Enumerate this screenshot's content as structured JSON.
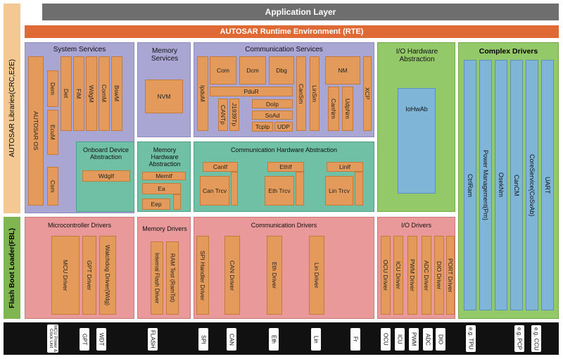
{
  "app_layer": "Application Layer",
  "rte": "AUTOSAR Runtime Environment (RTE)",
  "left_libraries": "AUTOSAR Libraries(CRC,E2E)",
  "left_fbl": "Flash Boot Loader(FBL)",
  "system_services": {
    "title": "System Services",
    "os": "AUTOSAR OS",
    "dem": "Dem",
    "det": "Det",
    "fim": "FiM",
    "wdgm": "WdgM",
    "comm": "ComM",
    "bswm": "BswM",
    "ecum": "EcuM",
    "csm": "Csm"
  },
  "memory_services": {
    "title": "Memory Services",
    "nvm": "NVM"
  },
  "communication_services": {
    "title": "Communication Services",
    "ipdum": "IpduM",
    "com": "Com",
    "dcm": "Dcm",
    "dbg": "Dbg",
    "pdur": "PduR",
    "cantp": "CANTp",
    "j1939tp": "J1939Tp",
    "doip": "DoIp",
    "soad": "SoAd",
    "tcpip": "TcpIp",
    "udp": "UDP",
    "cansm": "CanSm",
    "linsm": "LinSm",
    "nm": "NM",
    "cannm": "CanNm",
    "udpnm": "UdpNm",
    "xcp": "XCP"
  },
  "io_hw_abstraction": {
    "title": "I/O Hardware Abstraction",
    "iohwab": "IoHwAb"
  },
  "complex_drivers": {
    "title": "Complex Drivers",
    "items": [
      "CtrlRam",
      "Power Management(Pm)",
      "OsekNm",
      "CanCM",
      "CoreService(CoSvAb)",
      "UART"
    ]
  },
  "onboard_device": {
    "title": "Onboard Device Abstraction",
    "wdgif": "WdgIf"
  },
  "memory_hw": {
    "title": "Memory Hardware Abstraction",
    "memif": "MemIf",
    "ea": "Ea",
    "eep": "Eep"
  },
  "comm_hw": {
    "title": "Communication Hardware Abstraction",
    "canif": "CanIf",
    "can_trcv": "Can Trcv",
    "ethif": "EthIf",
    "eth_trcv": "Eth Trcv",
    "linif": "LinIf",
    "lin_trcv": "Lin Trcv"
  },
  "mcu_drivers": {
    "title": "Microcontroller Drivers",
    "mcu": "MCU Driver",
    "gpt": "GPT Driver",
    "wdg": "Watchdog Driver(Wdg)"
  },
  "memory_drivers": {
    "title": "Memory Drivers",
    "flash": "Internal Flash Driver",
    "ramtst": "RAM Test (RamTst)"
  },
  "comm_drivers": {
    "title": "Communication Drivers",
    "spi": "SPI Handler Driver",
    "can": "CAN Driver",
    "eth": "Eth Driver",
    "lin": "Lin Driver"
  },
  "io_drivers": {
    "title": "I/O Drivers",
    "ocu": "OCU Driver",
    "icu": "ICU Driver",
    "pwm": "PWM Driver",
    "adc": "ADC Driver",
    "dio": "DIO Driver",
    "port": "PORT Driver"
  },
  "hardware": {
    "mcu_power": "MCU Power & Clock Unit",
    "gpt": "GPT",
    "wdt": "WDT",
    "flash": "FLASH",
    "spi": "SPI",
    "can": "CAN",
    "eth": "Eth",
    "lin": "Lin",
    "fr": "Fr",
    "ocu": "OCU",
    "icu": "ICU",
    "pwm": "PWM",
    "adc": "ADC",
    "dio": "DIO",
    "tpu": "e.g. TPU",
    "pcp": "e.g. PCP",
    "ccu": "e.g. CCU"
  }
}
